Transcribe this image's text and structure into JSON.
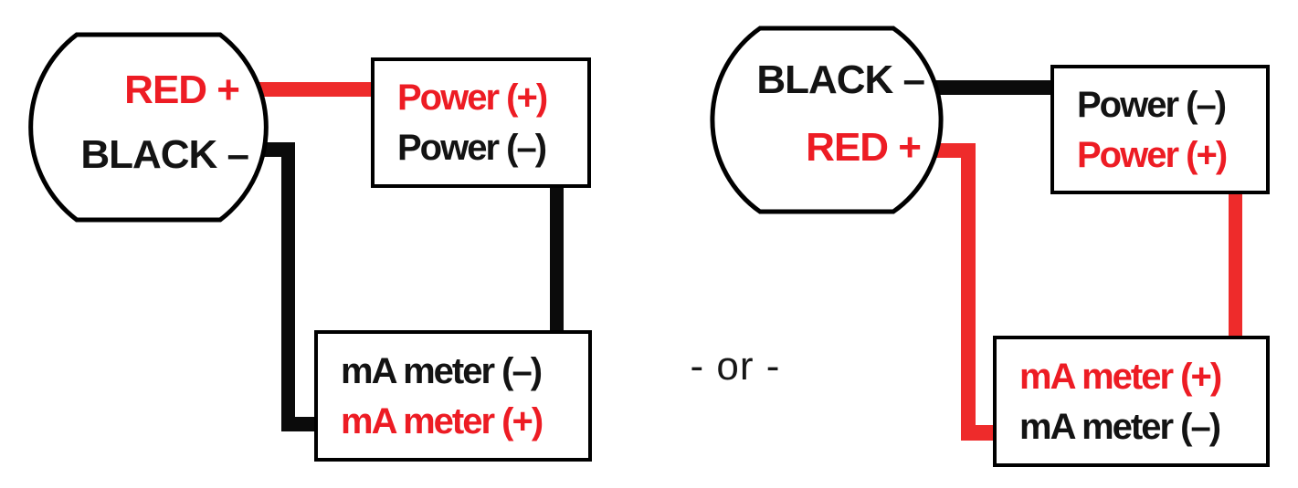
{
  "colors": {
    "text_red": "#ED1C24",
    "text_black": "#131313",
    "wire_red": "#EE2B2B",
    "wire_black": "#0B0B0B"
  },
  "separator": {
    "label": "- or -"
  },
  "left_diagram": {
    "sensor": {
      "terminal_red": "RED +",
      "terminal_black": "BLACK –"
    },
    "power_box": {
      "row1": "Power (+)",
      "row2": "Power (–)"
    },
    "meter_box": {
      "row1": "mA meter (–)",
      "row2": "mA meter (+)"
    }
  },
  "right_diagram": {
    "sensor": {
      "terminal_black": "BLACK –",
      "terminal_red": "RED +"
    },
    "power_box": {
      "row1": "Power (–)",
      "row2": "Power (+)"
    },
    "meter_box": {
      "row1": "mA meter (+)",
      "row2": "mA meter (–)"
    }
  }
}
